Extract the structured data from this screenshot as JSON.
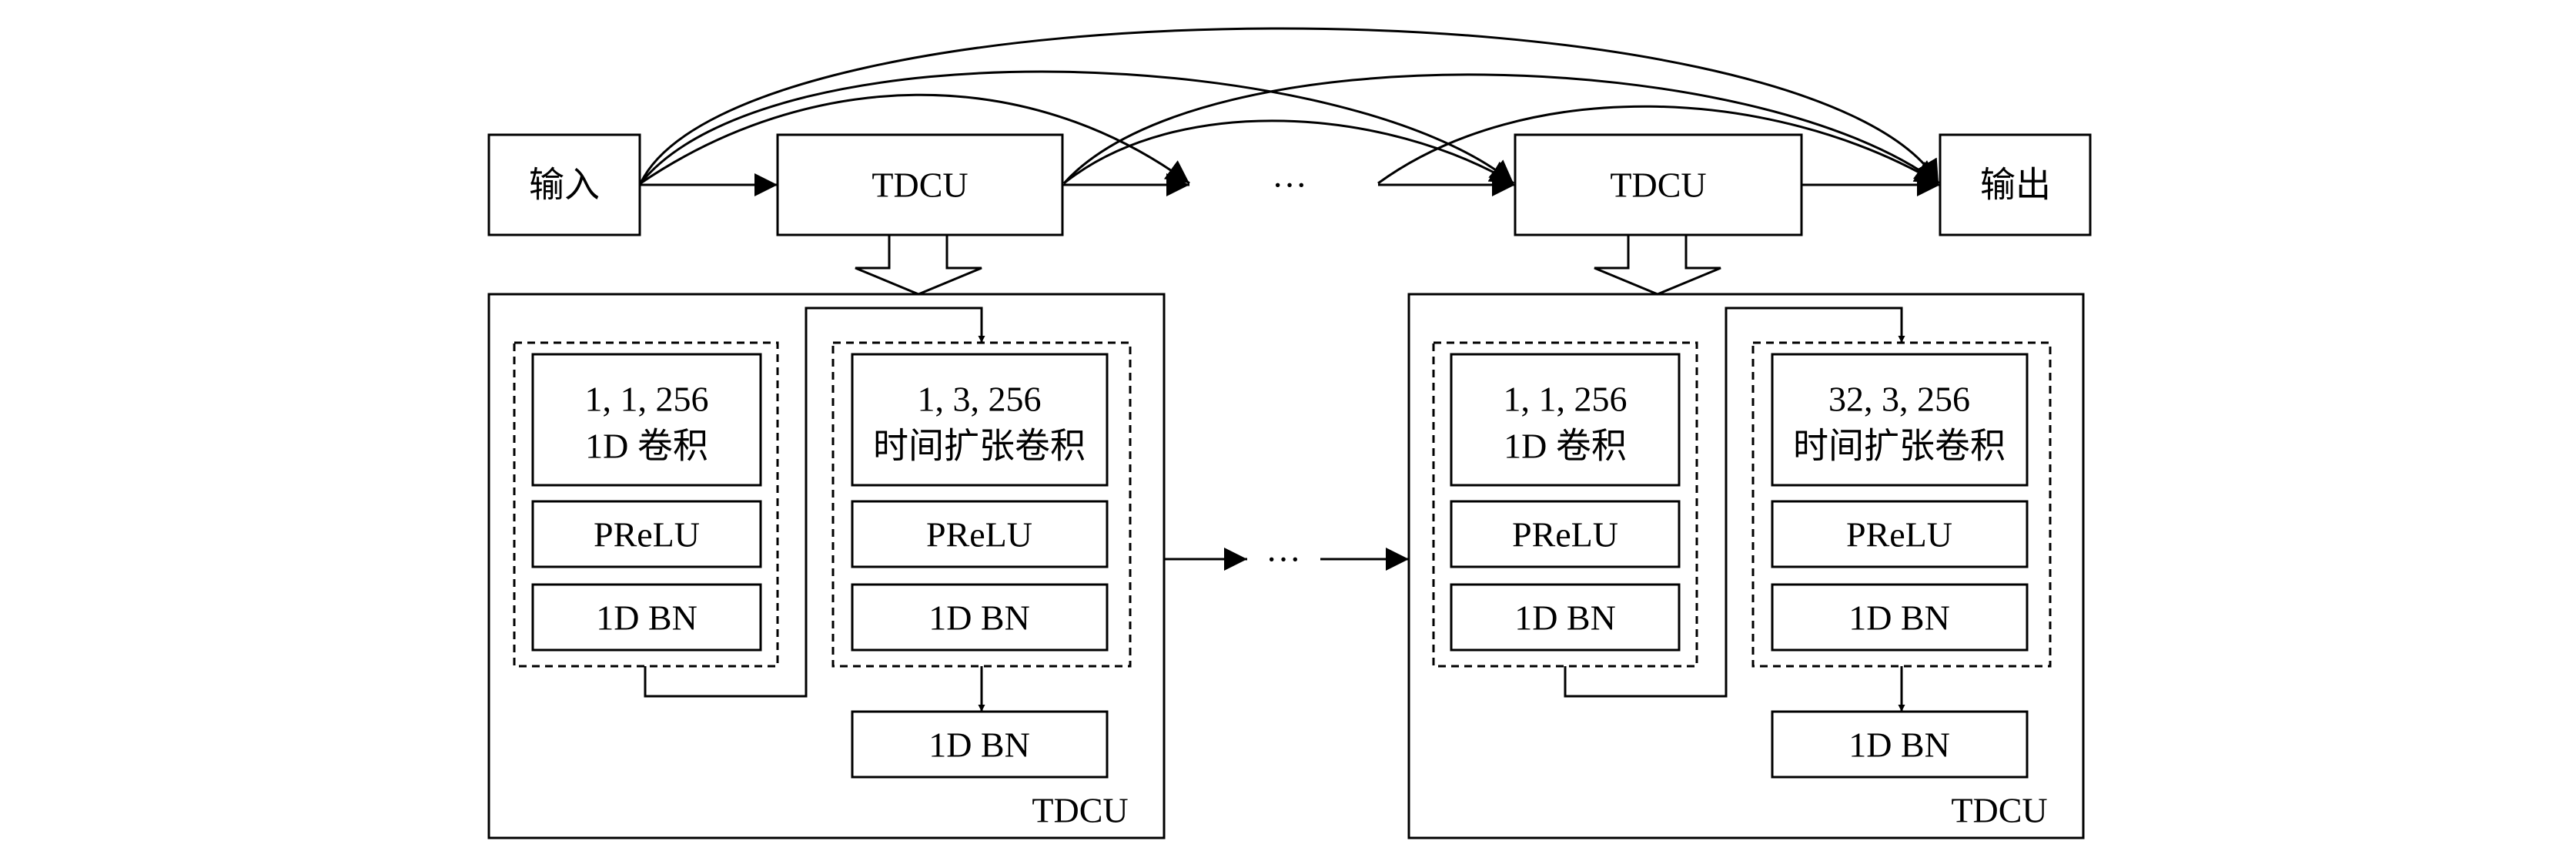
{
  "top_row": {
    "input_label": "输入",
    "output_label": "输出",
    "tdcu_1_label": "TDCU",
    "tdcu_2_label": "TDCU",
    "ellipsis": "···"
  },
  "middle_ellipsis": "···",
  "tdcu_detail_left": {
    "label": "TDCU",
    "conv1_params": "1, 1, 256",
    "conv1_name": "1D 卷积",
    "prelu_1": "PReLU",
    "bn_1": "1D BN",
    "dconv_params": "1, 3, 256",
    "dconv_name": "时间扩张卷积",
    "prelu_2": "PReLU",
    "bn_2": "1D BN",
    "bn_out": "1D BN"
  },
  "tdcu_detail_right": {
    "label": "TDCU",
    "conv1_params": "1, 1, 256",
    "conv1_name": "1D 卷积",
    "prelu_1": "PReLU",
    "bn_1": "1D BN",
    "dconv_params": "32, 3, 256",
    "dconv_name": "时间扩张卷积",
    "prelu_2": "PReLU",
    "bn_2": "1D BN",
    "bn_out": "1D BN"
  }
}
